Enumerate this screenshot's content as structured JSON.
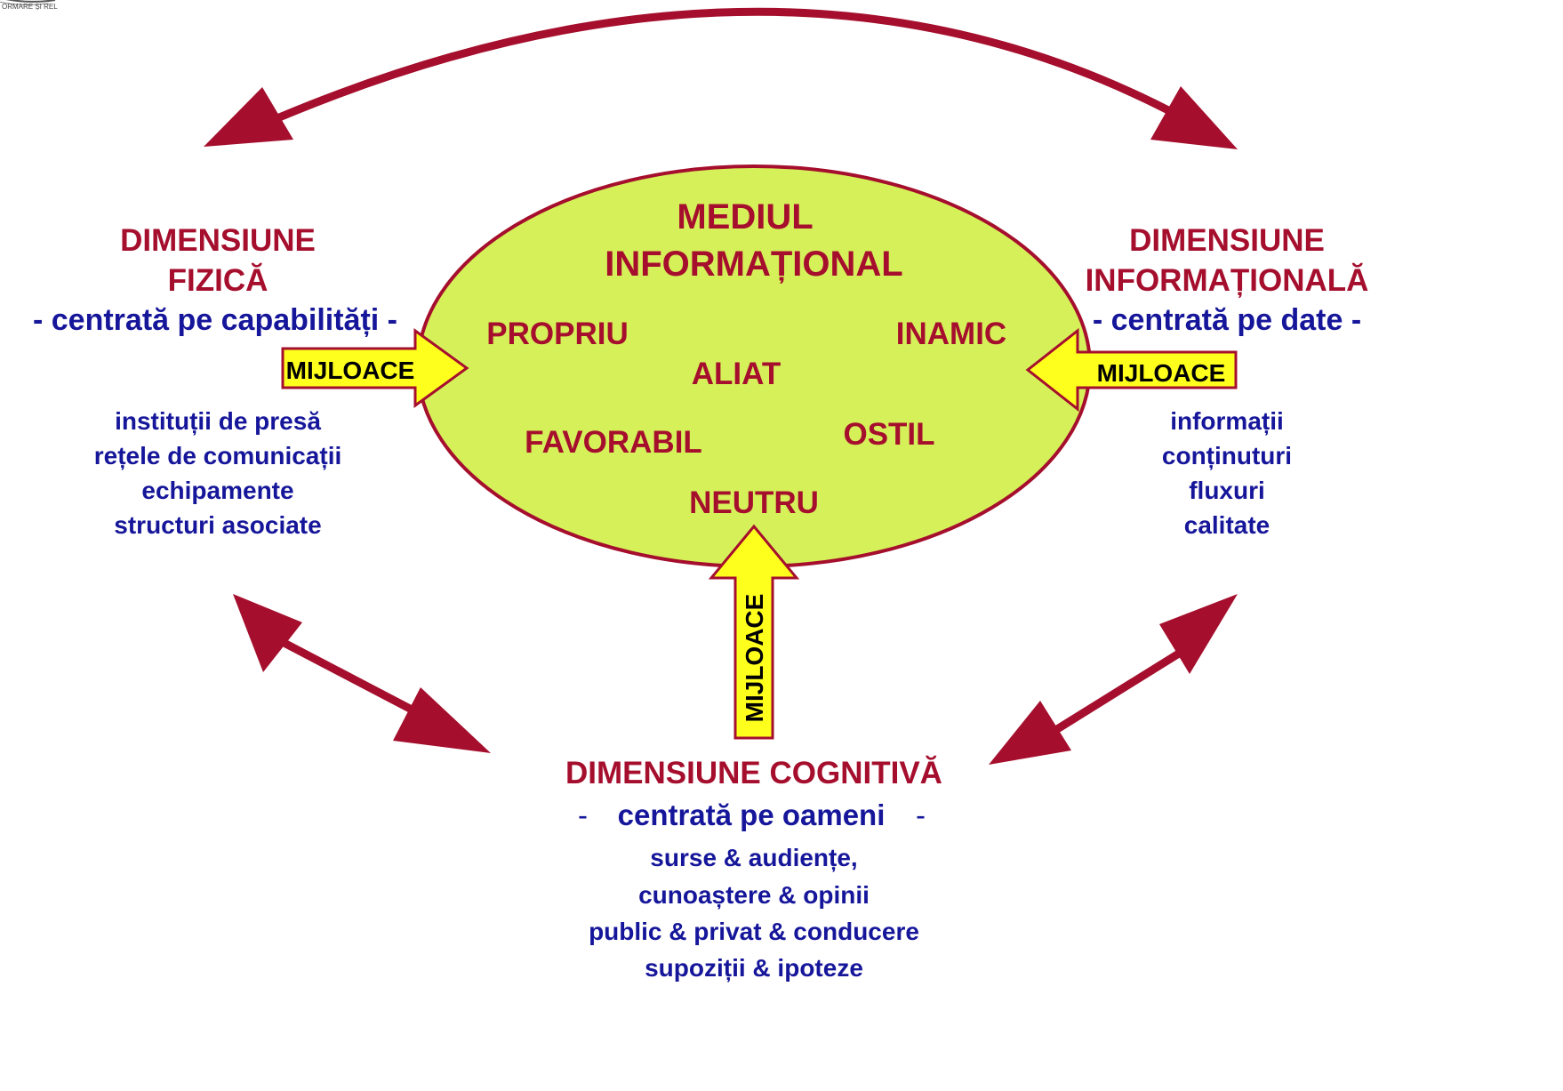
{
  "colors": {
    "dimension_title": "#a50f2d",
    "focus_text": "#16169b",
    "ellipse_fill": "#d6f05a",
    "ellipse_stroke": "#a50f2d",
    "arrow_fill": "#ffff1e",
    "arrow_stroke": "#a50f2d",
    "curved_arrows": "#a50f2d"
  },
  "center": {
    "title_line1": "MEDIUL",
    "title_line2": "INFORMAȚIONAL",
    "actors": {
      "propriu": "PROPRIU",
      "inamic": "INAMIC",
      "aliat": "ALIAT",
      "favorabil": "FAVORABIL",
      "ostil": "OSTIL",
      "neutru": "NEUTRU"
    }
  },
  "physical": {
    "title_line1": "DIMENSIUNE",
    "title_line2": "FIZICĂ",
    "focus": "- centrată pe capabilități -",
    "means_label": "MIJLOACE",
    "items": [
      "instituții de presă",
      "rețele de comunicații",
      "echipamente",
      "structuri asociate"
    ]
  },
  "informational": {
    "title_line1": "DIMENSIUNE",
    "title_line2": "INFORMAȚIONALĂ",
    "focus": "- centrată pe date -",
    "means_label": "MIJLOACE",
    "items": [
      "informații",
      "conținuturi",
      "fluxuri",
      "calitate"
    ]
  },
  "cognitive": {
    "title": "DIMENSIUNE COGNITIVĂ",
    "focus_dash_left": "-",
    "focus": "centrată pe oameni",
    "focus_dash_right": "-",
    "means_label": "MIJLOACE",
    "items": [
      "surse & audiențe,",
      "cunoaștere & opinii",
      "public & privat & conducere",
      "supoziții & ipoteze"
    ]
  },
  "logo": {
    "text": "ORMARE ȘI REL"
  }
}
